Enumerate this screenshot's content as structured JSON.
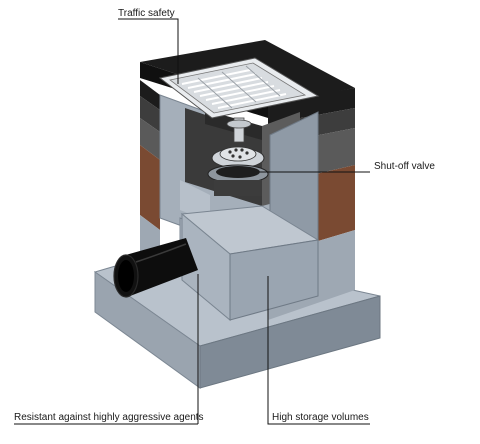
{
  "labels": {
    "traffic_safety": "Traffic safety",
    "shutoff_valve": "Shut-off valve",
    "resistant": "Resistant against highly aggressive agents",
    "storage": "High storage volumes"
  },
  "colors": {
    "concrete_light": "#b9c2cc",
    "concrete_mid": "#9ea8b3",
    "concrete_dark": "#808b97",
    "soil_brown": "#7a4a32",
    "soil_dark": "#3d3d3d",
    "asphalt": "#1c1c1c",
    "grate": "#e9ecef",
    "pipe": "#0d0d0d"
  }
}
